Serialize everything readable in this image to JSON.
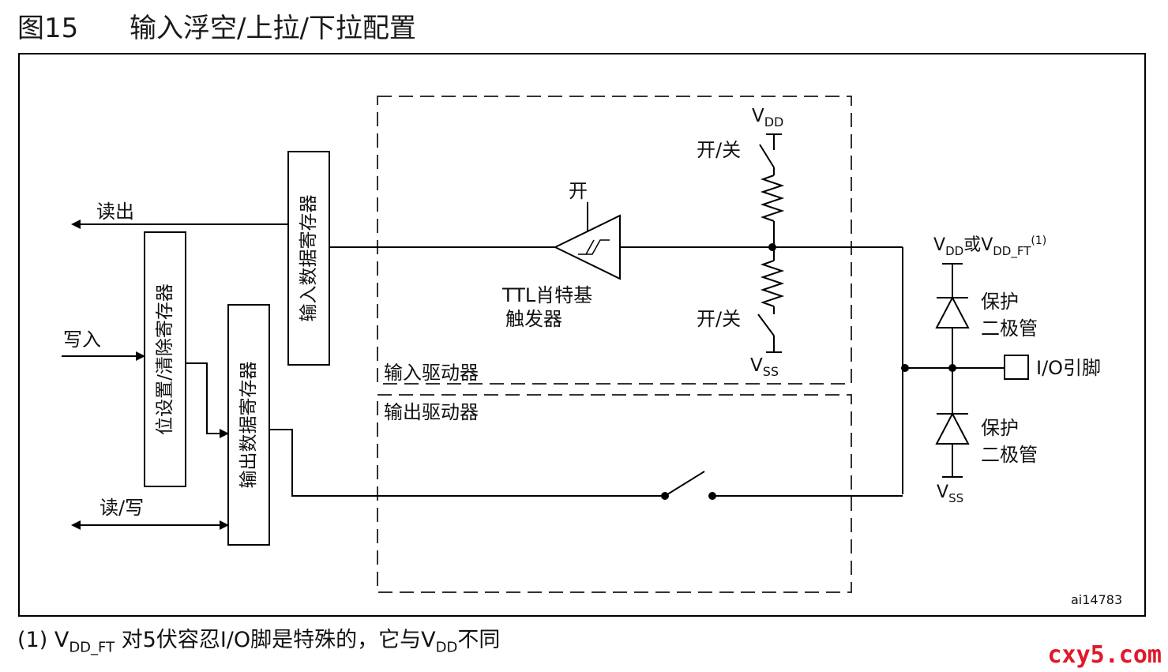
{
  "figure": {
    "number": "图15",
    "title": "输入浮空/上拉/下拉配置"
  },
  "labels": {
    "read_out": "读出",
    "write_in": "写入",
    "read_write": "读/写",
    "bit_set_reset_register": "位设置/清除寄存器",
    "input_data_register": "输入数据寄存器",
    "output_data_register": "输出数据寄存器",
    "on": "开",
    "ttl_schmitt_line1": "TTL肖特基",
    "ttl_schmitt_line2": "触发器",
    "on_off": "开/关",
    "vdd_main": "V",
    "vdd_sub": "DD",
    "vss_main": "V",
    "vss_sub": "SS",
    "or": "或",
    "vdd_ft_sub": "DD_FT",
    "vdd_ft_note": "(1)",
    "input_driver": "输入驱动器",
    "output_driver": "输出驱动器",
    "protection_diode_line1": "保护",
    "protection_diode_line2": "二极管",
    "io_pin": "I/O引脚",
    "diagram_id": "ai14783"
  },
  "footnote": {
    "prefix": "(1) V",
    "sub1": "DD_FT",
    "middle": " 对5伏容忍I/O脚是特殊的，它与V",
    "sub2": "DD",
    "suffix": "不同"
  },
  "watermark": "cxy5.com",
  "colors": {
    "line": "#000000",
    "dash": "#333333",
    "watermark": "#e0182a"
  }
}
